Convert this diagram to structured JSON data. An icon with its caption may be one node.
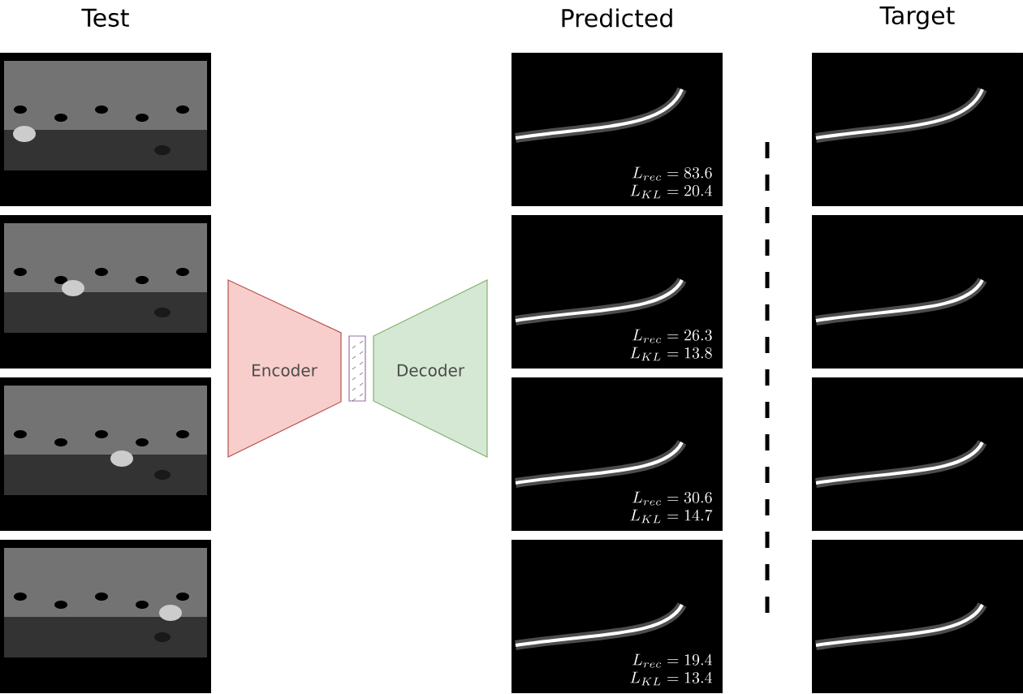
{
  "diagram": {
    "nodes": [
      {
        "text": [
          "Encoder"
        ]
      },
      {
        "text": [],
        "shape": "box"
      },
      {
        "text": [
          "Decoder"
        ]
      }
    ],
    "labels": [
      "Test",
      "Predicted",
      "Target",
      "L_{rec} = 83.6",
      "L_{KL} = 20.4",
      "L_{rec} = 26.3",
      "L_{KL} = 13.8",
      "L_{rec} = 30.6",
      "L_{KL} = 14.7",
      "L_{rec} = 19.4",
      "L_{KL} = 13.4"
    ]
  }
}
